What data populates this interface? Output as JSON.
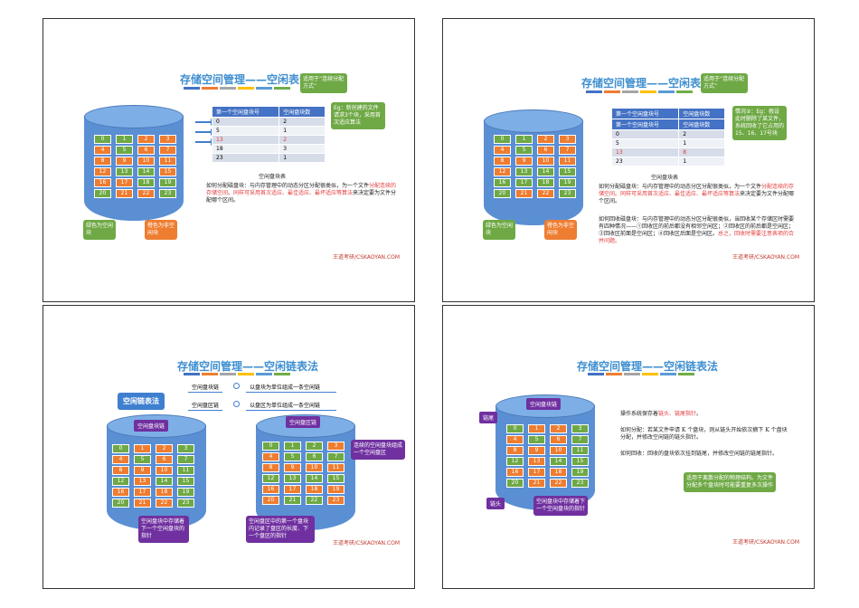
{
  "slide1": {
    "title": "存储空间管理——空闲表法",
    "callout_tip": "适用于“连续分配方式”",
    "callout_eg": "Eg：新创建的文件请求3个块，采用首次适应算法",
    "table_headers": [
      "第一个空闲盘块号",
      "空闲盘块数"
    ],
    "table_rows": [
      [
        "0",
        "2"
      ],
      [
        "5",
        "1"
      ],
      [
        "13",
        "2"
      ],
      [
        "18",
        "3"
      ],
      [
        "23",
        "1"
      ]
    ],
    "caption": "空闲盘块表",
    "para_a": "如何分配磁盘块：与内存管理中的动态分区分配很类似，为一个文件",
    "para_b": "分配连续的存储空间。同样",
    "para_c": "可采用首次适应、最佳适应、最坏适应等",
    "para_d": "算法",
    "para_e": "来决定要为文件分配哪个区间。",
    "green_label": "绿色为空闲块",
    "orange_label": "橙色为非空闲块",
    "footer": "王道考研/CSKAOYAN.COM"
  },
  "slide2": {
    "title": "存储空间管理——空闲表法",
    "callout_tip": "适用于“连续分配方式”",
    "callout_eg": "情况②：Eg：假设此时删除了某文件，系统回收了它占用的 15、16、17号块",
    "table_headers": [
      "第一个空闲盘块号",
      "空闲盘块数"
    ],
    "table_rows": [
      [
        "0",
        "2"
      ],
      [
        "5",
        "1"
      ],
      [
        "13",
        "8"
      ],
      [
        "23",
        "1"
      ]
    ],
    "caption": "空闲盘块表",
    "para1_a": "如何分配磁盘块：与内存管理中的动态分区分配很类似，为一个文件",
    "para1_b": "分配连续的存储空间。同样",
    "para1_c": "可采用首次适应、最佳适应、最坏适应等",
    "para1_d": "算法",
    "para1_e": "来决定要为文件分配哪个区间。",
    "para2_a": "如何回收磁盘块：与内存管理中的动态分区分配很类似，当回收某个存储区时需要有四种情况——①回收区的前后都没有相邻空闲区；②回收区的前后都是空闲区；③回收区前面是空闲区；④回收区后面是空闲区。",
    "para2_b": "总之，回收时需要注意表项的合并问题。",
    "green_label": "绿色为空闲块",
    "orange_label": "橙色为非空闲块",
    "footer": "王道考研/CSKAOYAN.COM"
  },
  "slide3": {
    "title": "存储空间管理——空闲链表法",
    "main_button": "空闲链表法",
    "pill1_name": "空闲盘块链",
    "pill1_desc": "以盘块为单位组成一条空闲链",
    "pill2_name": "空闲盘区链",
    "pill2_desc": "以盘区为单位组成一条空闲链",
    "hdr_left": "空闲盘块链",
    "hdr_right": "空闲盘区链",
    "callout_left": "空闲盘块中存储着下一个空闲盘块的指针",
    "callout_right_bottom": "空闲盘区中的第一个盘块内记录了盘区的长度、下一个盘区的指针",
    "callout_right_top": "连续的空闲盘块组成一个空闲盘区",
    "footer": "王道考研/CSKAOYAN.COM"
  },
  "slide4": {
    "title": "存储空间管理——空闲链表法",
    "hdr": "空闲盘块链",
    "label_tail": "链尾",
    "label_head": "链头",
    "para1_a": "操作系统保存着",
    "para1_b": "链头、链尾指针",
    "para1_c": "。",
    "para2": "如何分配：若某文件申请 K 个盘块，则从链头开始依次摘下 K 个盘块分配，并修改空闲链的链头指针。",
    "para3": "如何回收：回收的盘块依次挂到链尾，并修改空闲链的链尾指针。",
    "callout_green": "适用于离散分配的物理结构。为文件分配多个盘块时可能要重复多次操作",
    "callout_purple": "空闲盘块中存储着下一个空闲盘块的指针",
    "footer": "王道考研/CSKAOYAN.COM"
  },
  "blocks": [
    "0",
    "1",
    "2",
    "3",
    "4",
    "5",
    "6",
    "7",
    "8",
    "9",
    "10",
    "11",
    "12",
    "13",
    "14",
    "15",
    "16",
    "17",
    "18",
    "19",
    "20",
    "21",
    "22",
    "23"
  ],
  "colors": {
    "free": "#6fa945",
    "used": "#ee7d31",
    "accent": "#3f8fd0",
    "purple": "#7030a0",
    "red": "#e23b3b"
  }
}
